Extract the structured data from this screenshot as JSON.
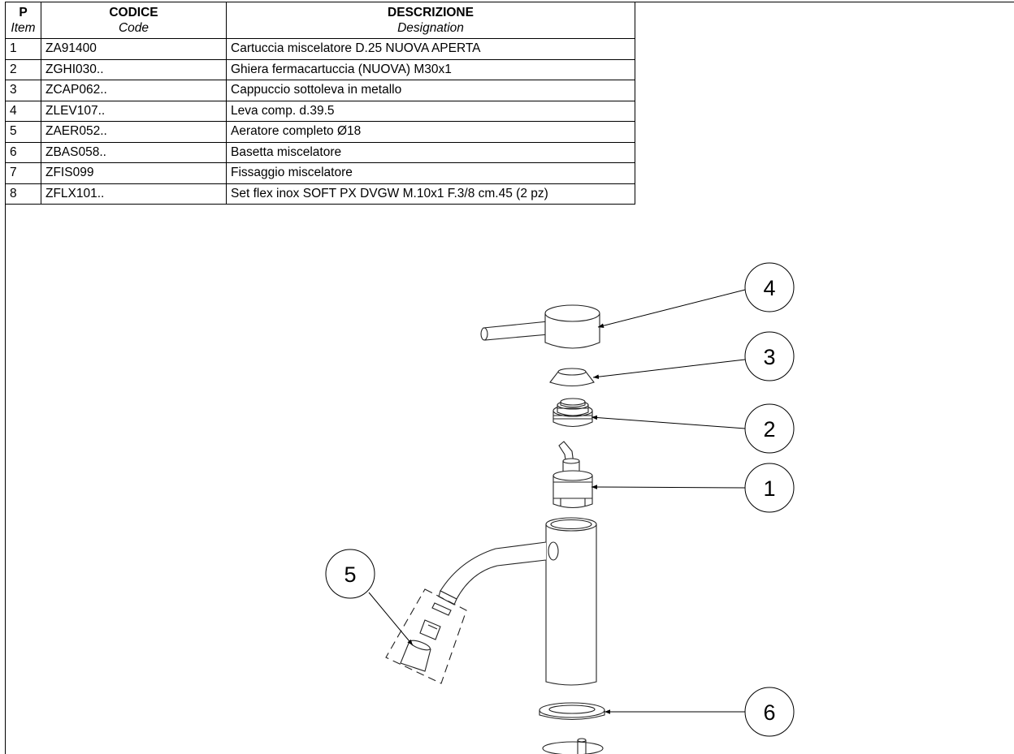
{
  "table": {
    "headers": {
      "item": {
        "title": "P",
        "subtitle": "Item"
      },
      "code": {
        "title": "CODICE",
        "subtitle": "Code"
      },
      "description": {
        "title": "DESCRIZIONE",
        "subtitle": "Designation"
      }
    },
    "rows": [
      {
        "item": "1",
        "code": "ZA91400",
        "description": "Cartuccia miscelatore D.25 NUOVA APERTA"
      },
      {
        "item": "2",
        "code": "ZGHI030..",
        "description": "Ghiera fermacartuccia (NUOVA) M30x1"
      },
      {
        "item": "3",
        "code": "ZCAP062..",
        "description": "Cappuccio sottoleva in metallo"
      },
      {
        "item": "4",
        "code": "ZLEV107..",
        "description": "Leva comp. d.39.5"
      },
      {
        "item": "5",
        "code": "ZAER052..",
        "description": "Aeratore completo Ø18"
      },
      {
        "item": "6",
        "code": "ZBAS058..",
        "description": "Basetta miscelatore"
      },
      {
        "item": "7",
        "code": "ZFIS099",
        "description": "Fissaggio miscelatore"
      },
      {
        "item": "8",
        "code": "ZFLX101..",
        "description": "Set flex inox SOFT PX DVGW M.10x1 F.3/8 cm.45 (2 pz)"
      }
    ]
  },
  "callouts": {
    "c1": "1",
    "c2": "2",
    "c3": "3",
    "c4": "4",
    "c5": "5",
    "c6": "6"
  }
}
